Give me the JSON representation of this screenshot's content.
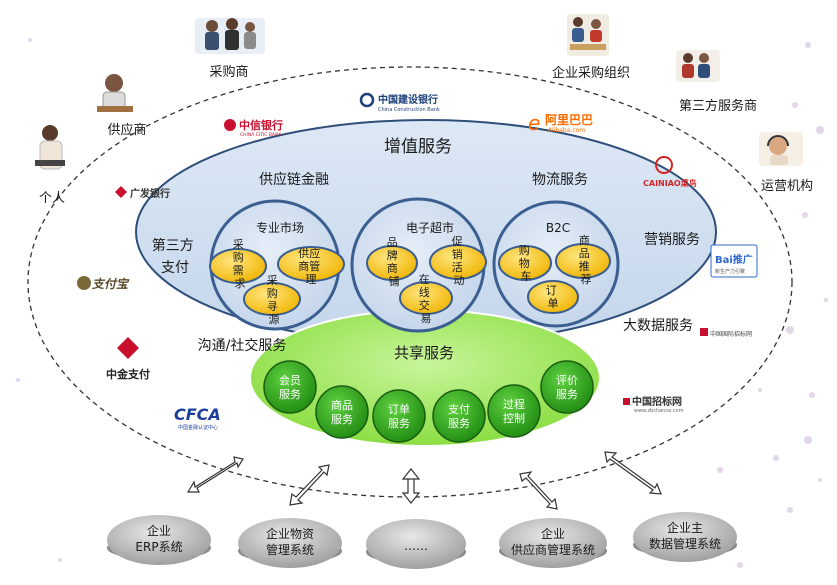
{
  "stakeholders": {
    "buyer": "采购商",
    "supplier": "供应商",
    "individual": "个人",
    "enterprise_purchasing": "企业采购组织",
    "third_party_provider": "第三方服务商",
    "operator": "运营机构"
  },
  "outer_services": {
    "value_added": "增值服务",
    "supply_chain_finance": "供应链金融",
    "logistics": "物流服务",
    "marketing": "营销服务",
    "big_data": "大数据服务",
    "third_party_payment_line1": "第三方",
    "third_party_payment_line2": "支付",
    "communication": "沟通/社交服务"
  },
  "markets": {
    "specialty": {
      "title": "专业市场",
      "items": [
        {
          "lines": [
            "采",
            "购",
            "需",
            "求"
          ]
        },
        {
          "lines": [
            "供应",
            "商管",
            "理"
          ]
        },
        {
          "lines": [
            "采",
            "购",
            "寻",
            "源"
          ]
        }
      ]
    },
    "emall": {
      "title": "电子超市",
      "items": [
        {
          "lines": [
            "品",
            "牌",
            "商",
            "铺"
          ]
        },
        {
          "lines": [
            "促",
            "销",
            "活",
            "动"
          ]
        },
        {
          "lines": [
            "在",
            "线",
            "交",
            "易"
          ]
        }
      ]
    },
    "b2c": {
      "title": "B2C",
      "items": [
        {
          "lines": [
            "购",
            "物",
            "车"
          ]
        },
        {
          "lines": [
            "商",
            "品",
            "推",
            "荐"
          ]
        },
        {
          "lines": [
            "订",
            "单"
          ]
        }
      ]
    }
  },
  "shared": {
    "title": "共享服务",
    "items": [
      {
        "lines": [
          "会员",
          "服务"
        ]
      },
      {
        "lines": [
          "商品",
          "服务"
        ]
      },
      {
        "lines": [
          "订单",
          "服务"
        ]
      },
      {
        "lines": [
          "支付",
          "服务"
        ]
      },
      {
        "lines": [
          "过程",
          "控制"
        ]
      },
      {
        "lines": [
          "评价",
          "服务"
        ]
      }
    ]
  },
  "systems": [
    {
      "lines": [
        "企业",
        "ERP系统"
      ]
    },
    {
      "lines": [
        "企业物资",
        "管理系统"
      ]
    },
    {
      "lines": [
        "……"
      ]
    },
    {
      "lines": [
        "企业",
        "供应商管理系统"
      ]
    },
    {
      "lines": [
        "企业主",
        "数据管理系统"
      ]
    }
  ],
  "logos": {
    "ccb_cn": "中国建设银行",
    "ccb_en": "China Construction Bank",
    "citic_cn": "中信银行",
    "citic_en": "CHINA CITIC BANK",
    "alibaba_cn": "阿里巴巴",
    "alibaba_en": "Alibaba.com",
    "cgb": "广发银行",
    "cainiao": "CAINIAO菜鸟",
    "alipay": "支付宝",
    "baidu_main": "Bai推广",
    "baidu_sub": "新生产力引擎",
    "cipg": "中国国际招标网",
    "cpcn": "中金支付",
    "cfca": "CFCA",
    "cfca_sub": "中国金融认证中心",
    "zbwang": "中国招标网",
    "zbwang_url": "www.zbchance.com"
  },
  "colors": {
    "outer_ellipse": "#c7d8ec",
    "market_circle": "#d3e1f0",
    "market_border": "#3a5e8f",
    "yellow_item": "#f5c518",
    "green_area": "#a8e86a",
    "green_item": "#3aa620",
    "system_disc": "#b4b4b4"
  }
}
